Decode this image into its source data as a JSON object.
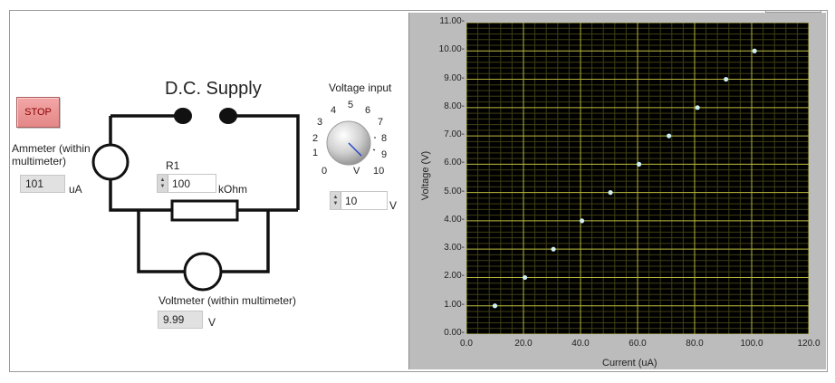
{
  "stop_button": {
    "label": "STOP"
  },
  "circuit": {
    "title": "D.C. Supply",
    "ammeter_label_line1": "Ammeter (within",
    "ammeter_label_line2": "multimeter)",
    "ammeter_value": "101",
    "ammeter_unit": "uA",
    "r1_label": "R1",
    "r1_value": "100",
    "r1_unit": "kOhm",
    "voltmeter_label": "Voltmeter (within multimeter)",
    "voltmeter_value": "9.99",
    "voltmeter_unit": "V"
  },
  "voltage_input": {
    "label": "Voltage input",
    "dial_unit": "V",
    "dial_value": 10,
    "dial_min": 0,
    "dial_max": 10,
    "dial_ticks": [
      "0",
      "1",
      "2",
      "3",
      "4",
      "5",
      "6",
      "7",
      "8",
      "9",
      "10"
    ],
    "numeric_value": "10",
    "numeric_unit": "V"
  },
  "chart_data": {
    "type": "scatter",
    "xlabel": "Current (uA)",
    "ylabel": "Voltage (V)",
    "xlim": [
      0,
      120
    ],
    "ylim": [
      0,
      11
    ],
    "x_ticks": [
      "0.0",
      "20.0",
      "40.0",
      "60.0",
      "80.0",
      "100.0",
      "120.0"
    ],
    "y_ticks": [
      "0.00-",
      "1.00-",
      "2.00-",
      "3.00-",
      "4.00-",
      "5.00-",
      "6.00-",
      "7.00-",
      "8.00-",
      "9.00-",
      "10.00-",
      "11.00-"
    ],
    "grid": true,
    "x": [
      10,
      20.5,
      30.5,
      40.5,
      50.5,
      60.5,
      71,
      81,
      91,
      101
    ],
    "y": [
      1,
      2,
      3,
      4,
      5,
      6,
      7,
      8,
      9,
      10
    ],
    "colors": {
      "plot_bg": "#000000",
      "grid_major": "#b5b53c",
      "grid_minor": "#3f3f15",
      "point": "#cfeeee"
    }
  }
}
